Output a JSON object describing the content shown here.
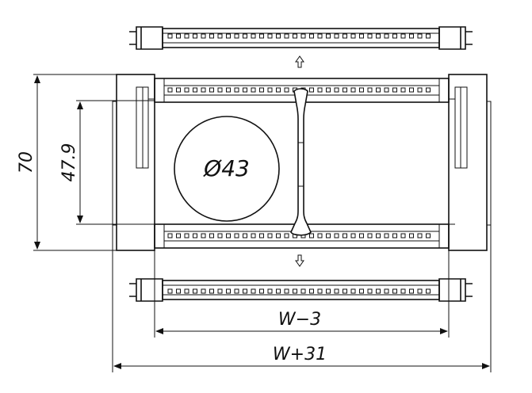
{
  "dimensions": {
    "height_outer": "70",
    "height_inner": "47.9",
    "hole_diameter": "Ø43",
    "width_inner": "W−3",
    "width_outer": "W+31"
  }
}
